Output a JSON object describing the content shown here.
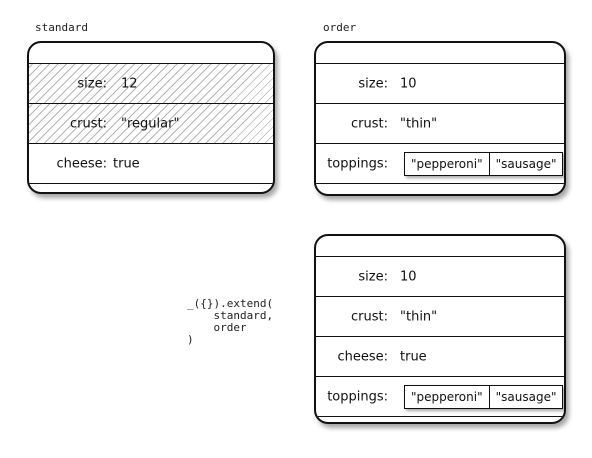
{
  "standard": {
    "name": "standard",
    "rows": [
      {
        "key": "size:",
        "value": "12"
      },
      {
        "key": "crust:",
        "value": "\"regular\""
      },
      {
        "key": "cheese:",
        "value": "true"
      }
    ]
  },
  "order": {
    "name": "order",
    "rows": [
      {
        "key": "size:",
        "value": "10"
      },
      {
        "key": "crust:",
        "value": "\"thin\""
      },
      {
        "key": "toppings:",
        "items": [
          "\"pepperoni\"",
          "\"sausage\""
        ]
      }
    ]
  },
  "result": {
    "rows": [
      {
        "key": "size:",
        "value": "10"
      },
      {
        "key": "crust:",
        "value": "\"thin\""
      },
      {
        "key": "cheese:",
        "value": "true"
      },
      {
        "key": "toppings:",
        "items": [
          "\"pepperoni\"",
          "\"sausage\""
        ]
      }
    ]
  },
  "code": {
    "line1": "_({}).extend(",
    "line2": "standard,",
    "line3": "order",
    "line4": ")"
  }
}
